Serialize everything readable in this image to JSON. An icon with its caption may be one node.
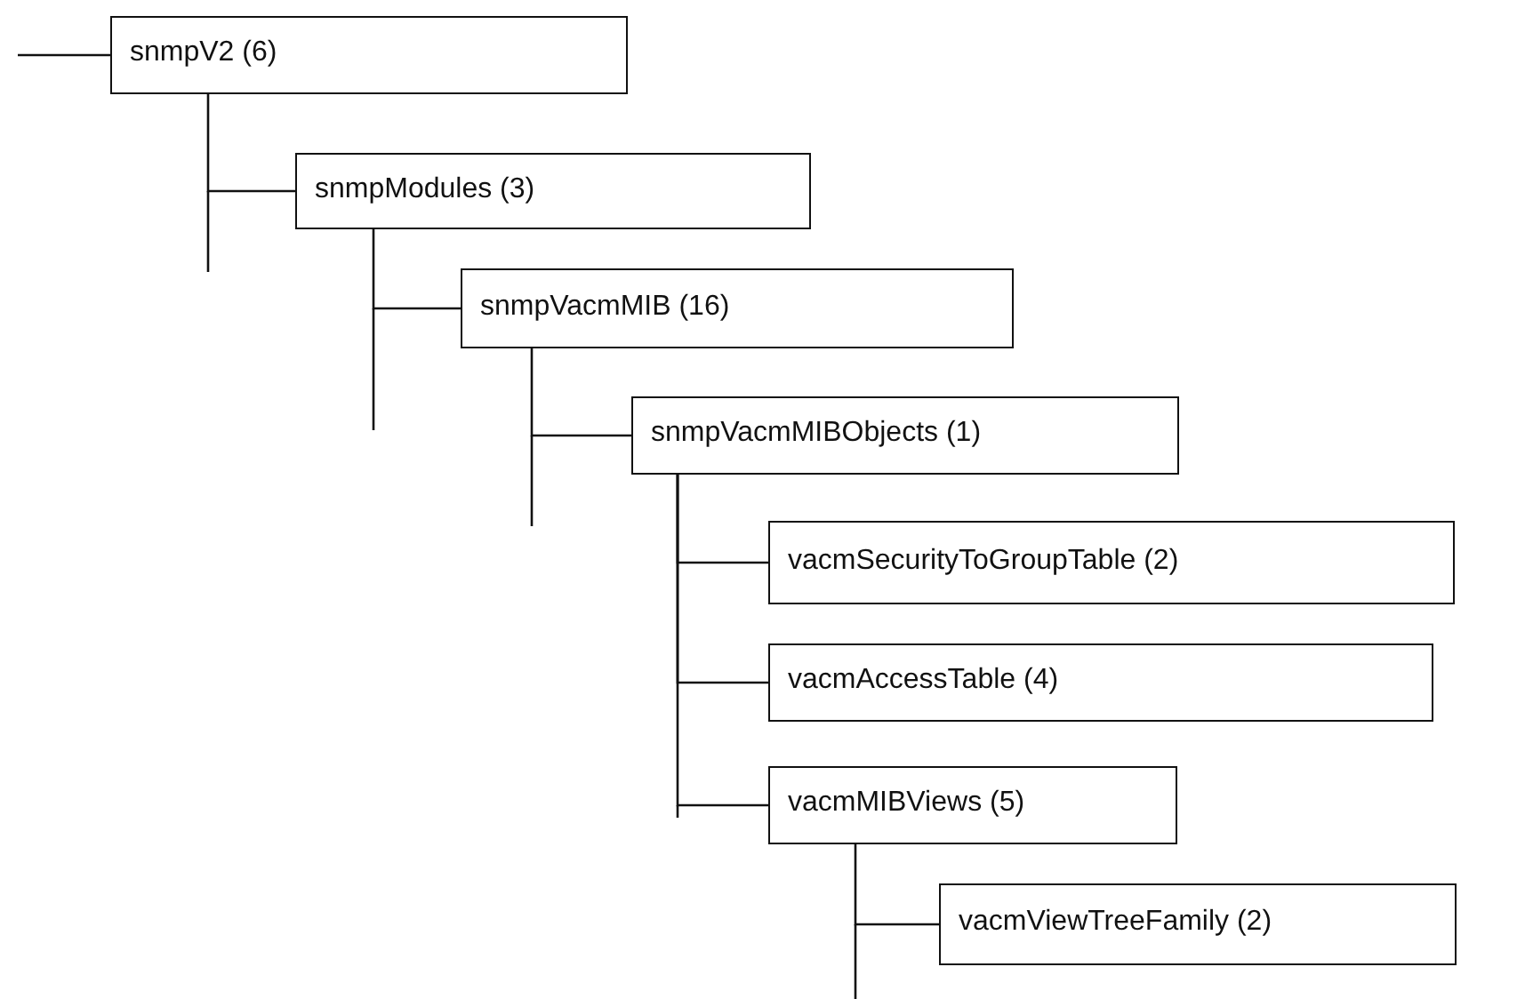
{
  "diagram": {
    "nodes": [
      {
        "text": [
          "snmpV2 (6)"
        ]
      },
      {
        "text": [
          "snmpModules (3)"
        ]
      },
      {
        "text": [
          "snmpVacmMIB (16)"
        ]
      },
      {
        "text": [
          "snmpVacmMIBObjects (1)"
        ]
      },
      {
        "text": [
          "vacmSecurityToGroupTable (2)"
        ]
      },
      {
        "text": [
          "vacmAccessTable (4)"
        ]
      },
      {
        "text": [
          "vacmMIBViews (5)"
        ]
      },
      {
        "text": [
          "vacmViewTreeFamily (2)"
        ]
      }
    ],
    "edges": [
      {
        "from": null,
        "to": 0,
        "arrow": "none"
      },
      {
        "from": 0,
        "to": 1,
        "arrow": "none"
      },
      {
        "from": 1,
        "to": 2,
        "arrow": "none"
      },
      {
        "from": 2,
        "to": 3,
        "arrow": "none"
      },
      {
        "from": 3,
        "to": 4,
        "arrow": "none"
      },
      {
        "from": 3,
        "to": 5,
        "arrow": "none"
      },
      {
        "from": 3,
        "to": 6,
        "arrow": "none"
      },
      {
        "from": 6,
        "to": 7,
        "arrow": "none"
      }
    ]
  }
}
